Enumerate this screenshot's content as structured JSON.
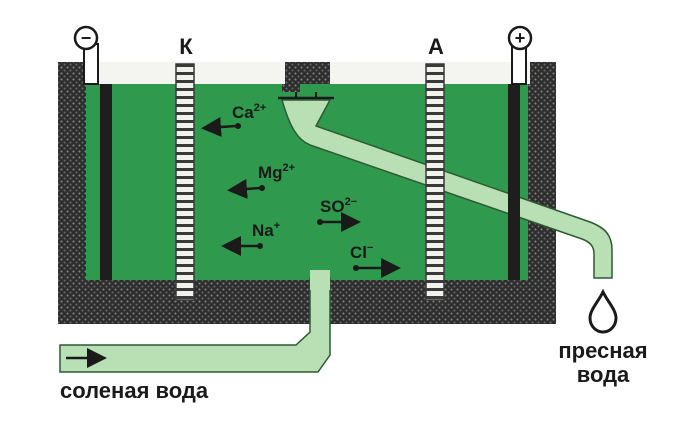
{
  "labels": {
    "cathode": "К",
    "anode": "А",
    "minus": "−",
    "plus": "+",
    "salt_water": "соленая вода",
    "fresh_water_line1": "пресная",
    "fresh_water_line2": "вода"
  },
  "ions": {
    "ca": {
      "base": "Ca",
      "charge": "2+"
    },
    "mg": {
      "base": "Mg",
      "charge": "2+"
    },
    "na": {
      "base": "Na",
      "charge": "+"
    },
    "so4": {
      "base": "SO",
      "charge": "2−"
    },
    "cl": {
      "base": "Cl",
      "charge": "−"
    }
  },
  "colors": {
    "water_green": "#2f9a4e",
    "pipe_light_green": "#b9dfb4",
    "wall_dark": "#2a2a2a",
    "electrode_dark": "#1e1e1e"
  }
}
